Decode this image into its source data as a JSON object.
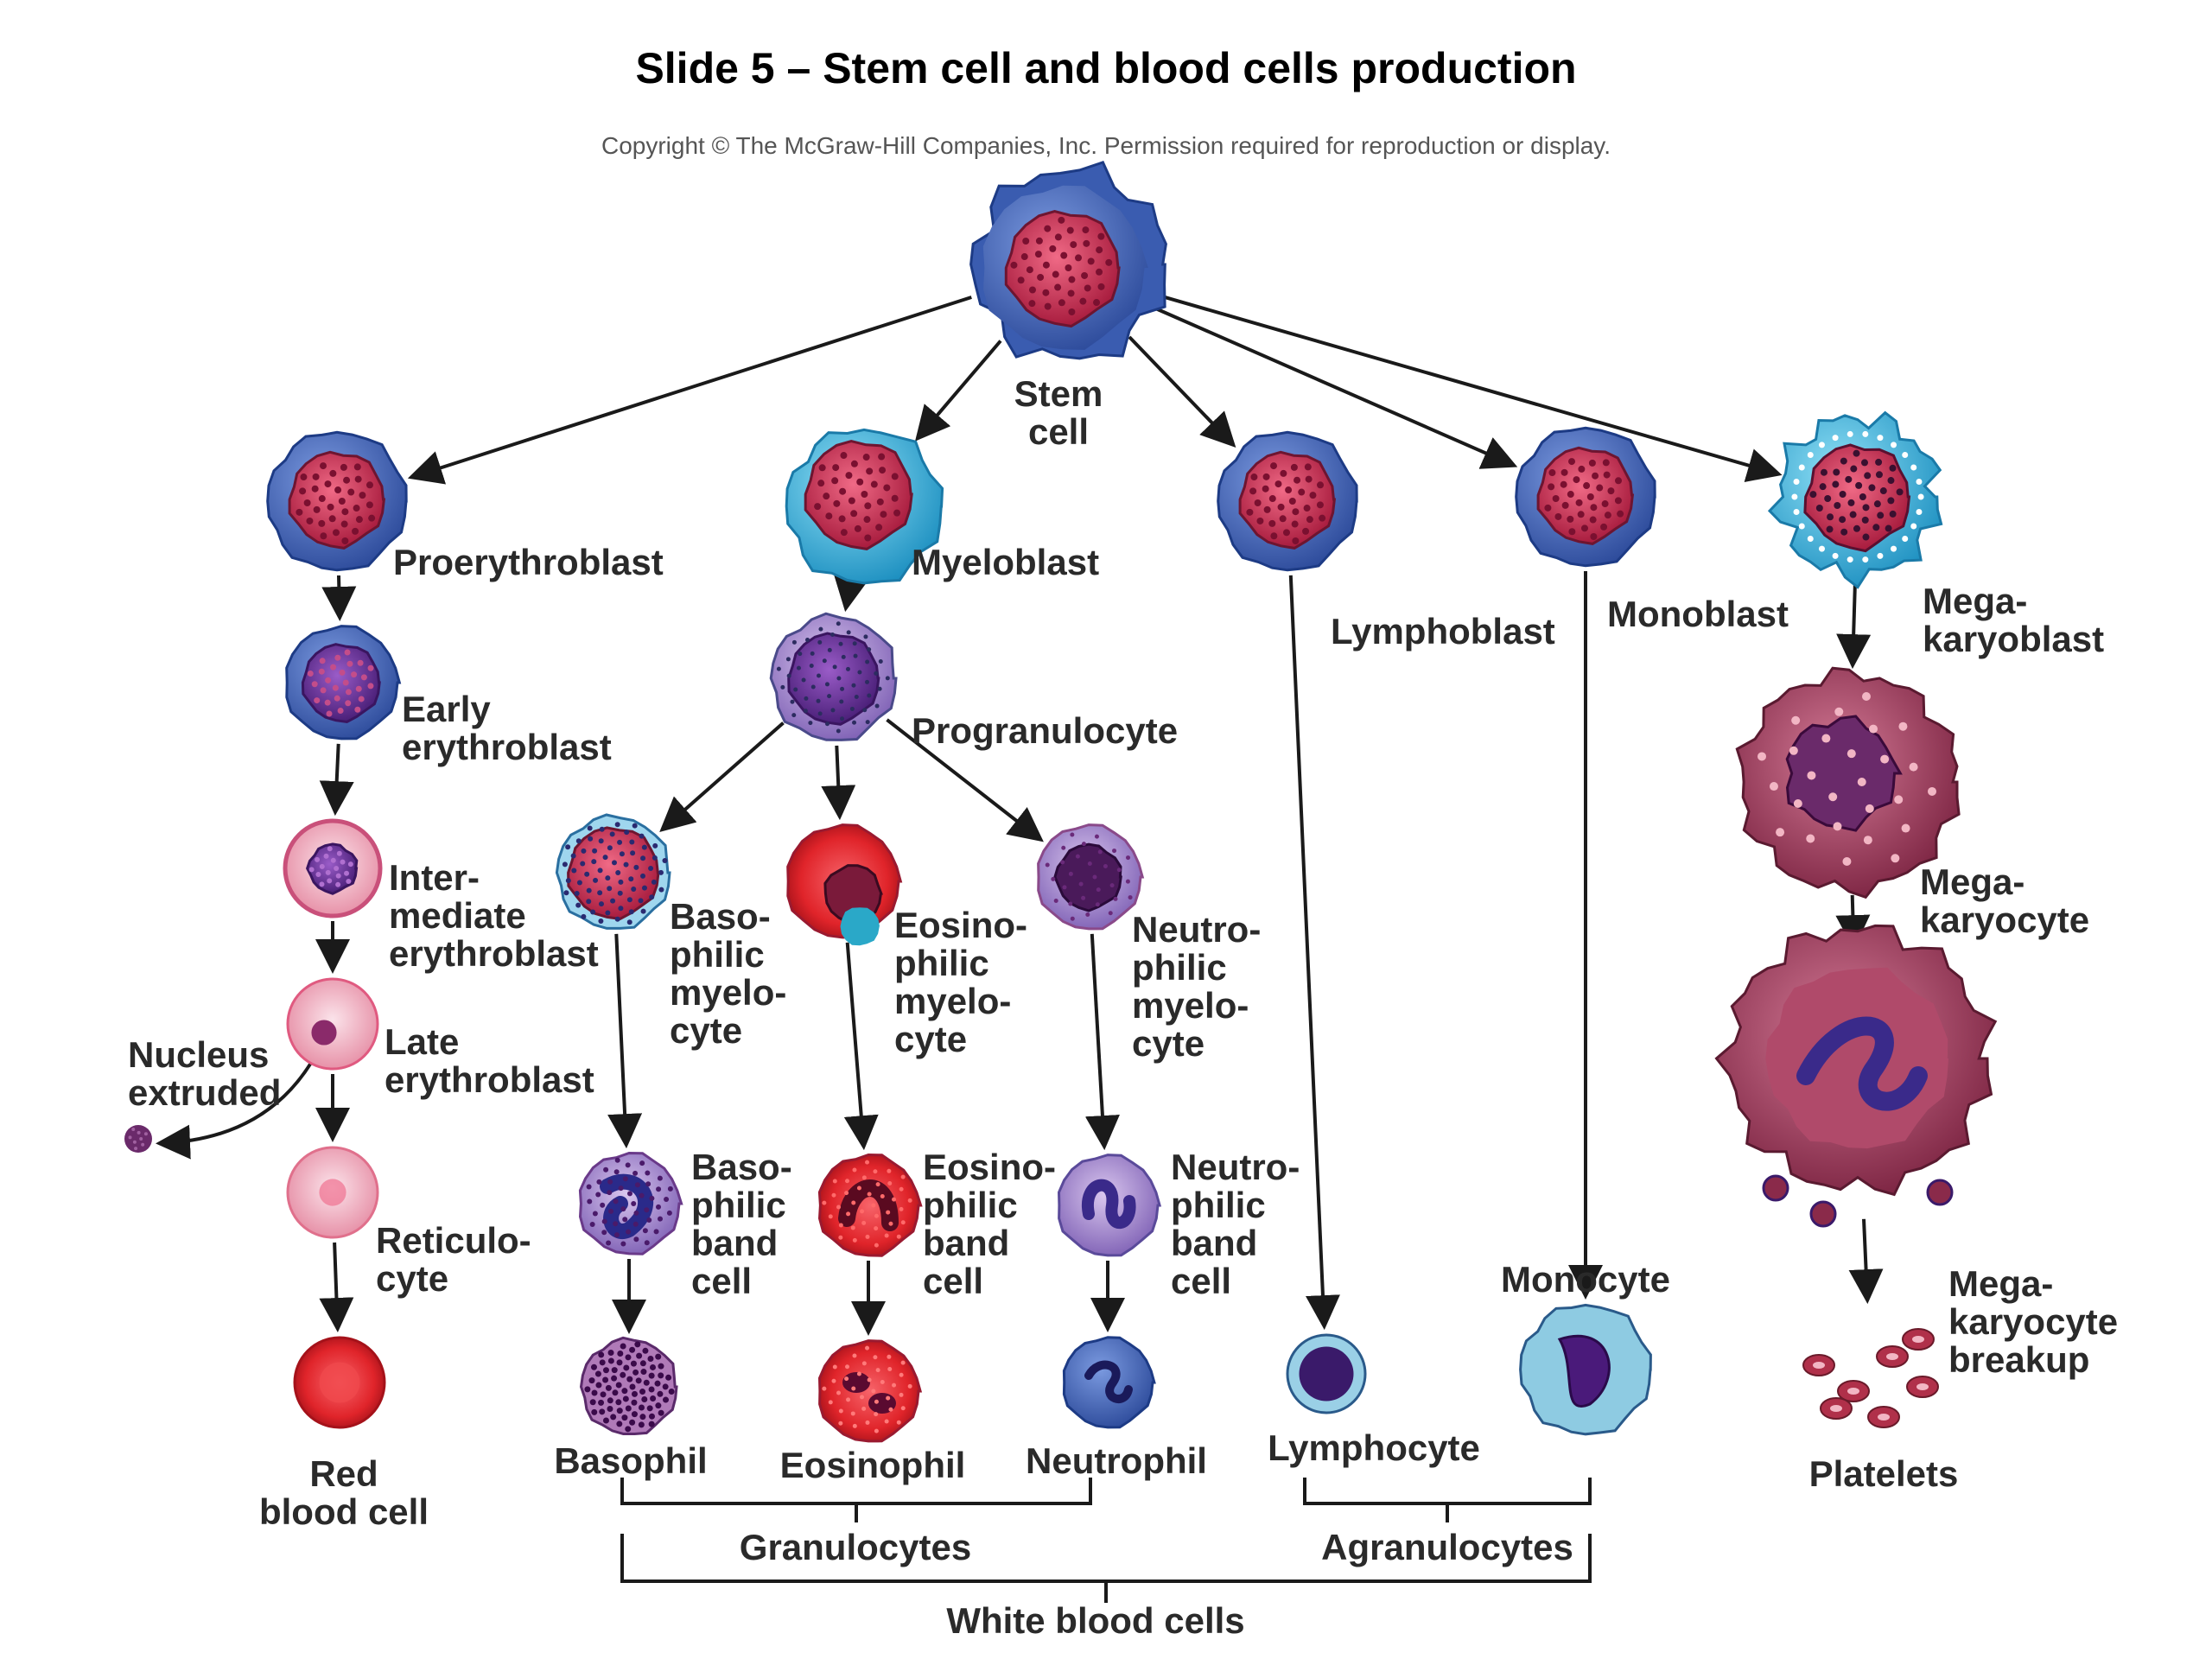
{
  "title": "Slide 5 – Stem cell and blood cells production",
  "copyright": "Copyright © The McGraw-Hill Companies, Inc. Permission required for reproduction or display.",
  "colors": {
    "membrane_blue": "#3f63b5",
    "membrane_cyan": "#39b4dc",
    "nucleus_red": "#c4264a",
    "nucleus_purple": "#5b2a8a",
    "rbc_red": "#e0242a",
    "mega_maroon": "#8a2a4a",
    "pink_pale": "#f2b6c4"
  },
  "cells": {
    "stem": {
      "label": [
        "Stem",
        "cell"
      ],
      "icon": "stem-cell-icon"
    },
    "proery": {
      "label": [
        "Proerythroblast"
      ],
      "icon": "proerythroblast-icon"
    },
    "myelo": {
      "label": [
        "Myeloblast"
      ],
      "icon": "myeloblast-icon"
    },
    "lymphoblast": {
      "label": [
        "Lymphoblast"
      ],
      "icon": "lymphoblast-icon"
    },
    "monoblast": {
      "label": [
        "Monoblast"
      ],
      "icon": "monoblast-icon"
    },
    "megablast": {
      "label": [
        "Mega-",
        "karyoblast"
      ],
      "icon": "megakaryoblast-icon"
    },
    "early": {
      "label": [
        "Early",
        "erythroblast"
      ],
      "icon": "early-erythroblast-icon"
    },
    "progran": {
      "label": [
        "Progranulocyte"
      ],
      "icon": "progranulocyte-icon"
    },
    "inter": {
      "label": [
        "Inter-",
        "mediate",
        "erythroblast"
      ],
      "icon": "intermediate-erythroblast-icon"
    },
    "basomyelo": {
      "label": [
        "Baso-",
        "philic",
        "myelo-",
        "cyte"
      ],
      "icon": "basophilic-myelocyte-icon"
    },
    "eosmyelo": {
      "label": [
        "Eosino-",
        "philic",
        "myelo-",
        "cyte"
      ],
      "icon": "eosinophilic-myelocyte-icon"
    },
    "neutmyelo": {
      "label": [
        "Neutro-",
        "philic",
        "myelo-",
        "cyte"
      ],
      "icon": "neutrophilic-myelocyte-icon"
    },
    "late": {
      "label": [
        "Late",
        "erythroblast"
      ],
      "icon": "late-erythroblast-icon"
    },
    "nucleus": {
      "label": [
        "Nucleus",
        "extruded"
      ],
      "icon": "extruded-nucleus-icon"
    },
    "retic": {
      "label": [
        "Reticulo-",
        "cyte"
      ],
      "icon": "reticulocyte-icon"
    },
    "rbc": {
      "label": [
        "Red",
        "blood cell"
      ],
      "icon": "red-blood-cell-icon"
    },
    "baseband": {
      "label": [
        "Baso-",
        "philic",
        "band",
        "cell"
      ],
      "icon": "basophilic-band-cell-icon"
    },
    "eosband": {
      "label": [
        "Eosino-",
        "philic",
        "band",
        "cell"
      ],
      "icon": "eosinophilic-band-cell-icon"
    },
    "neutband": {
      "label": [
        "Neutro-",
        "philic",
        "band",
        "cell"
      ],
      "icon": "neutrophilic-band-cell-icon"
    },
    "basophil": {
      "label": [
        "Basophil"
      ],
      "icon": "basophil-icon"
    },
    "eosinophil": {
      "label": [
        "Eosinophil"
      ],
      "icon": "eosinophil-icon"
    },
    "neutrophil": {
      "label": [
        "Neutrophil"
      ],
      "icon": "neutrophil-icon"
    },
    "lymphocyte": {
      "label": [
        "Lymphocyte"
      ],
      "icon": "lymphocyte-icon"
    },
    "monocyte": {
      "label": [
        "Monocyte"
      ],
      "icon": "monocyte-icon"
    },
    "megacyte": {
      "label": [
        "Mega-",
        "karyocyte"
      ],
      "icon": "megakaryocyte-icon"
    },
    "megabreak": {
      "label": [
        "Mega-",
        "karyocyte",
        "breakup"
      ],
      "icon": "megakaryocyte-breakup-icon"
    },
    "platelets": {
      "label": [
        "Platelets"
      ],
      "icon": "platelets-icon"
    }
  },
  "edges": [
    [
      "stem",
      "proery"
    ],
    [
      "stem",
      "myelo"
    ],
    [
      "stem",
      "lymphoblast"
    ],
    [
      "stem",
      "monoblast"
    ],
    [
      "stem",
      "megablast"
    ],
    [
      "proery",
      "early"
    ],
    [
      "early",
      "inter"
    ],
    [
      "inter",
      "late"
    ],
    [
      "late",
      "retic"
    ],
    [
      "retic",
      "rbc"
    ],
    [
      "late",
      "nucleus"
    ],
    [
      "myelo",
      "progran"
    ],
    [
      "progran",
      "basomyelo"
    ],
    [
      "progran",
      "eosmyelo"
    ],
    [
      "progran",
      "neutmyelo"
    ],
    [
      "basomyelo",
      "baseband"
    ],
    [
      "eosmyelo",
      "eosband"
    ],
    [
      "neutmyelo",
      "neutband"
    ],
    [
      "baseband",
      "basophil"
    ],
    [
      "eosband",
      "eosinophil"
    ],
    [
      "neutband",
      "neutrophil"
    ],
    [
      "lymphoblast",
      "lymphocyte"
    ],
    [
      "monoblast",
      "monocyte"
    ],
    [
      "megablast",
      "megacyte"
    ],
    [
      "megacyte",
      "megabreak"
    ],
    [
      "megabreak",
      "platelets"
    ]
  ],
  "groups": {
    "granulocytes": "Granulocytes",
    "agranulocytes": "Agranulocytes",
    "white_blood_cells": "White blood cells"
  }
}
